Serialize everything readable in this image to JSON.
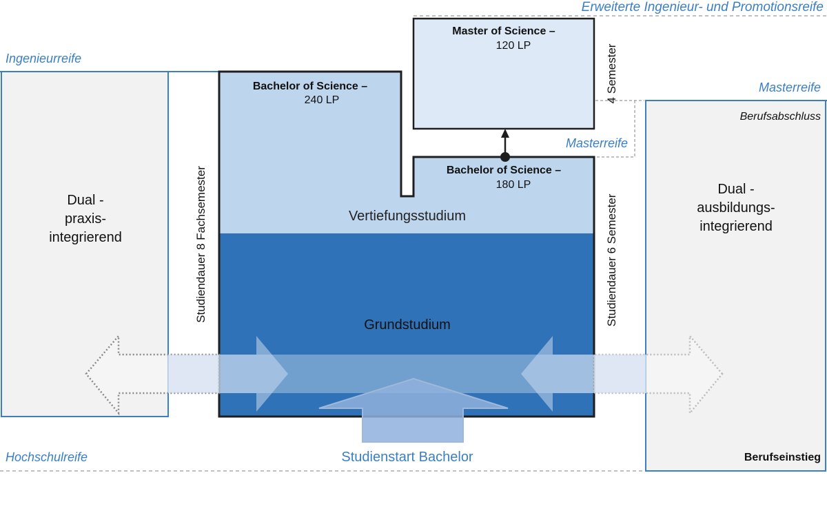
{
  "levels": {
    "promotion": "Erweiterte Ingenieur- und Promotionsreife",
    "ingenieur": "Ingenieurreife",
    "master_right": "Masterreife",
    "master_mid": "Masterreife",
    "hochschul": "Hochschulreife"
  },
  "master": {
    "title": "Master of Science –",
    "credits": "120 LP",
    "duration": "4 Semester"
  },
  "bachelor240": {
    "title": "Bachelor of Science –",
    "credits": "240 LP",
    "duration": "Studiendauer  8 Fachsemester"
  },
  "bachelor180": {
    "title": "Bachelor of Science –",
    "credits": "180 LP",
    "duration": "Studiendauer  6 Semester"
  },
  "phases": {
    "advanced": "Vertiefungsstudium",
    "basic": "Grundstudium",
    "start": "Studienstart Bachelor"
  },
  "left_box": {
    "lines": [
      "Dual -",
      "praxis-",
      "integrierend"
    ]
  },
  "right_box": {
    "lines": [
      "Dual -",
      "ausbildungs-",
      "integrierend"
    ],
    "top": "Berufsabschluss",
    "bottom": "Berufseinstieg"
  },
  "colors": {
    "accent_blue": "#3a7fc4",
    "dark_blue": "#2f72b7",
    "light_blue": "#bed5ee",
    "pale_blue": "#dde9f6",
    "grey_box": "#f2f2f2"
  }
}
